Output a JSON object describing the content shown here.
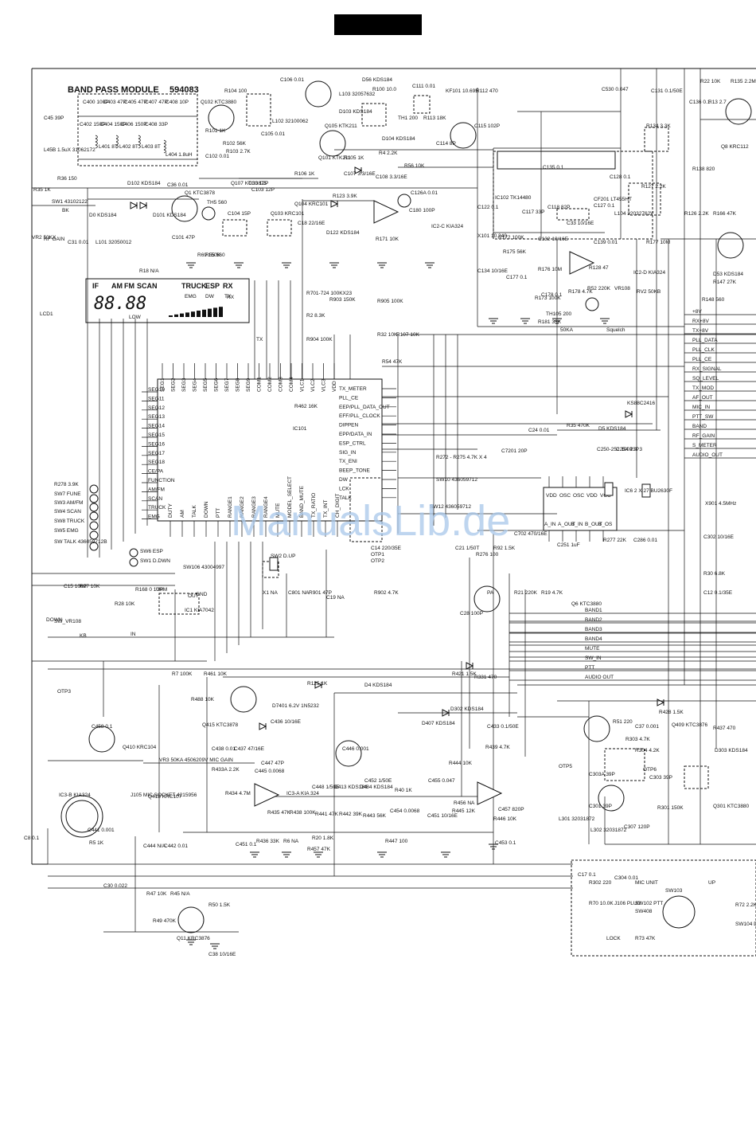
{
  "header": {
    "black_tab": ""
  },
  "watermark": "ManualsLib.de",
  "band_pass": {
    "title": "BAND PASS MODULE",
    "part": "594083",
    "caps": [
      "C400 100P",
      "C403 47P",
      "C405 47P",
      "C407 47P",
      "C408 10P",
      "C402 150P",
      "C404 150P",
      "C406 150P",
      "C408 33P"
    ],
    "coils": [
      "L401 8T",
      "L402 8T",
      "L403 8T",
      "L404 1.8uH"
    ]
  },
  "labels": [
    "C45 39P",
    "L45B 1.5uX 31062172",
    "R36 150",
    "R35 1K",
    "SW1 43102122",
    "BK",
    "VR2 50KX",
    "RF GAIN",
    "C31 0.01",
    "L101 32050012",
    "D0 KDS184",
    "D102 KDS184",
    "D101 KDS184",
    "C36 0.01",
    "C101 47P",
    "Q1 KTC3878",
    "TH5 560",
    "R55 560",
    "R104 100",
    "Q102 KTC3880",
    "R101 1K",
    "R102 56K",
    "R103 2.7K",
    "C102 0.01",
    "L102 32100062",
    "C105 0.01",
    "C106 0.01",
    "Q105 KTK211",
    "Q101 KTK211",
    "R105 1K",
    "R106 1K",
    "C107 3.3/16E",
    "C108 3.3/16E",
    "D56 KDS184",
    "R100 10.0",
    "L103 32057632",
    "D103 KDS184",
    "D104 KDS184",
    "R4 2.2K",
    "R56 10K",
    "TH1 200",
    "R113 18K",
    "C114 8P",
    "C111 0.01",
    "KF101 10.695",
    "R112 470",
    "C115 102P",
    "Q107 KTC3875",
    "C30 12P",
    "C103 12P",
    "C104 15P",
    "Q103 KRC101",
    "Q104 KRC101",
    "R123 3.9K",
    "D122 KDS184",
    "C18 22/16E",
    "C126A 0.01",
    "C180 100P",
    "R171 10K",
    "IC2-C KIA324",
    "C530 0.047",
    "C131 0.1/50E",
    "R22 10K",
    "R135 2.2M",
    "R13 2.7",
    "C136 0.1",
    "R134 3.3K",
    "Q8 KRC112",
    "R138 820",
    "C135 0.1",
    "IC102 TK14480",
    "C117 33P",
    "C118 82P",
    "C122 0.1",
    "X101 10.240",
    "R172 100K",
    "C132 10/16E",
    "C33 10/16E",
    "CF201 LT455HT",
    "C127 0.1",
    "C128 0.1",
    "R127 2.2K",
    "L104 32032762V",
    "R126 2.2K",
    "R166 47K",
    "C139 0.01",
    "R177 10M",
    "R128 47",
    "IC2-D KIA324",
    "D53 KDS184",
    "R147 27K",
    "R148 560",
    "C134 10/16E",
    "C177 0.1",
    "R175 56K",
    "R173 100K",
    "R176 10M",
    "C178 0.1",
    "R178 4.7K",
    "R52 220K",
    "TH105 200",
    "VR108",
    "RV2 50KB",
    "R181 33K",
    "50KA",
    "Squelch",
    "R18 N/A",
    "LCD1",
    "R701-724 100KX23",
    "R903 150K",
    "R2 8.3K",
    "R904 100K",
    "R905 100K",
    "R32 10K",
    "R107 10K",
    "R54 47K",
    "R462 16K",
    "IC101",
    "KS88C2416",
    "D5 KDS184",
    "R35 470K",
    "C24 0.01",
    "C250-252 100P X 3",
    "C254 13P",
    "C7201 20P",
    "R272 - R275 4.7K X 4",
    "SW10 436059712",
    "SW12 436059712",
    "IC6 2 X 27 BU2630F",
    "X901 4.5MHz",
    "C302 10/16E",
    "R30 6.8K",
    "C12 0.1/35E",
    "C21 1/50T",
    "R276 100",
    "R92 1.5K",
    "C702 470/16E",
    "C251 1uF",
    "R277 22K",
    "C286 0.01",
    "R278 3.9K",
    "SW7 FUNE",
    "SW3 AM/FM",
    "SW4 SCAN",
    "SW8 TRUCK",
    "SW5 EMG",
    "SW TALK 436059712B",
    "SW6 ESP",
    "SW1 D.DWN",
    "SW2 D.UP",
    "X1 NA",
    "C801 NA",
    "R901 47P",
    "C19 NA",
    "R902 4.7K",
    "C15 100P",
    "R27 10K",
    "R28 10K",
    "SW106 43004997",
    "IC1 KIA7042",
    "GND",
    "OUT",
    "IN",
    "R168 0 10HM",
    "UP",
    "DOWN",
    "SW_VR108",
    "KB",
    "PA",
    "R21 220K",
    "R19 4.7K",
    "C28 100P",
    "Q6 KTC3880",
    "C14 220/35E",
    "OTP1",
    "OTP2",
    "OTP3",
    "R7 100K",
    "R461 10K",
    "R488 10K",
    "Q415 KTC3878",
    "C438 0.01",
    "C437 47/16E",
    "C436 10/16E",
    "D7401 6.2V 1N5232",
    "R125 1K",
    "D4 KDS184",
    "R421 1.5K",
    "R331 470",
    "D302 KDS184",
    "D407 KDS184",
    "C433 0.1/50E",
    "R439 4.7K",
    "C458 0.1",
    "Q410 KRC104",
    "VR3 50KA 4506209V MIC GAIN",
    "R433A 2.2K",
    "C445 0.0068",
    "C447 47P",
    "R434 4.7M",
    "IC3-A KIA 324",
    "C448 1/50E",
    "D413 KDS184",
    "D484 KDS184",
    "C452 1/50E",
    "R40 1K",
    "R444 10K",
    "C455 0.047",
    "R456 NA",
    "R445 12K",
    "R446 10K",
    "C457 820P",
    "R447 100",
    "C453 0.1",
    "C451 10/16E",
    "C454 0.0068",
    "R443 56K",
    "R442 39K",
    "R441 47K",
    "R438 100K",
    "R435 47K",
    "R6 NA",
    "R20 1.8K",
    "R457 47K",
    "R436 33K",
    "C451 0.1",
    "C446 0.001",
    "IC3-B KIA324",
    "Q418 KRC107",
    "J105 MIC SOCKET 4215956",
    "C8 0.1",
    "R5 1K",
    "C441 0.001",
    "C444 N/A",
    "C442 0.01",
    "C30 0.022",
    "R47 10K",
    "R45 N/A",
    "R49 470K",
    "R50 1.5K",
    "Q11 KRC3876",
    "C38 10/16E",
    "R51 220",
    "C37 0.001",
    "Q409 KTC3876",
    "R428 1.5K",
    "R437 470",
    "D303 KDS184",
    "R303 4.7K",
    "R304 4.2K",
    "OTP6",
    "C303 39P",
    "OTP5",
    "C303A 39P",
    "C301 39P",
    "R301 150K",
    "Q301 KTC3880",
    "L301 32031872",
    "L302 32031872",
    "C307 120P",
    "C17 0.1",
    "R302 220",
    "C304 0.01",
    "MIC UNIT",
    "SW103",
    "UP",
    "R70 10.0K",
    "J106 PLUG",
    "SW102 PTT",
    "SW408",
    "LOCK",
    "R73 47K",
    "R72 2.2K",
    "SW104 DOWN",
    "R69 150K",
    "RX",
    "TX"
  ],
  "lcd": {
    "top_labels": [
      "IF",
      "AM",
      "FM",
      "SCAN",
      "TRUCK",
      "ESP",
      "RX"
    ],
    "mid_labels": [
      "EMG",
      "DW",
      "TX"
    ],
    "digits": "88.88",
    "bottom": "LOW"
  },
  "ic101_pins": {
    "left": [
      "SEG10",
      "SEG11",
      "SEG12",
      "SEG13",
      "SEG14",
      "SEG15",
      "SEG16",
      "SEG17",
      "SEG18",
      "CE/PA",
      "FUNCTION",
      "AM/FM",
      "SCAN",
      "TRUCK",
      "EMG"
    ],
    "right": [
      "TX_METER",
      "PLL_CE",
      "EEP/PLL_DATA_OUT",
      "EFF/PLL_CLOCK",
      "DIPPEN",
      "EPP/DATA_IN",
      "ESP_CTRL",
      "SIG_IN",
      "TX_ENI",
      "BEEP_TONE",
      "DW",
      "LCK",
      "TALK"
    ],
    "top": [
      "SEG1",
      "SEG2",
      "SEG3",
      "SEG4",
      "SEG5",
      "SEG6",
      "SEG7",
      "SEG8",
      "SEG9",
      "COM1",
      "COM2",
      "COM3",
      "COM4",
      "VLC1",
      "VLC2",
      "VLC3",
      "VDD"
    ],
    "bottom": [
      "DUTY",
      "AM",
      "TALK",
      "DOWN",
      "PTT",
      "RANGE1",
      "RANGE2",
      "RANGE3",
      "RANGE4",
      "MUTE",
      "MODEL_SELECT",
      "BAND_MUTE",
      "TX_RATIO",
      "TX_INT",
      "CH_DIGIT"
    ]
  },
  "ic6_pins": {
    "top": [
      "VDD",
      "OSC",
      "OSC",
      "VDD",
      "VCC"
    ],
    "bottom": [
      "A_IN",
      "A_OUT",
      "B_IN",
      "B_OUT",
      "B_OS"
    ]
  },
  "right_bus": [
    "+8V",
    "RX+8V",
    "TX+8V",
    "PLL_DATA",
    "PLL_CLK",
    "PLL_CE",
    "RX_SIGNAL",
    "SQ_LEVEL",
    "TX_MOD",
    "AF_OUT",
    "MIC_IN",
    "PTT_SW",
    "BAND",
    "RF_GAIN",
    "S_METER",
    "AUDIO_OUT"
  ],
  "bottom_bus": [
    "BAND1",
    "BAND2",
    "BAND3",
    "BAND4",
    "MUTE",
    "SW_IN",
    "PTT",
    "AUDIO OUT"
  ]
}
